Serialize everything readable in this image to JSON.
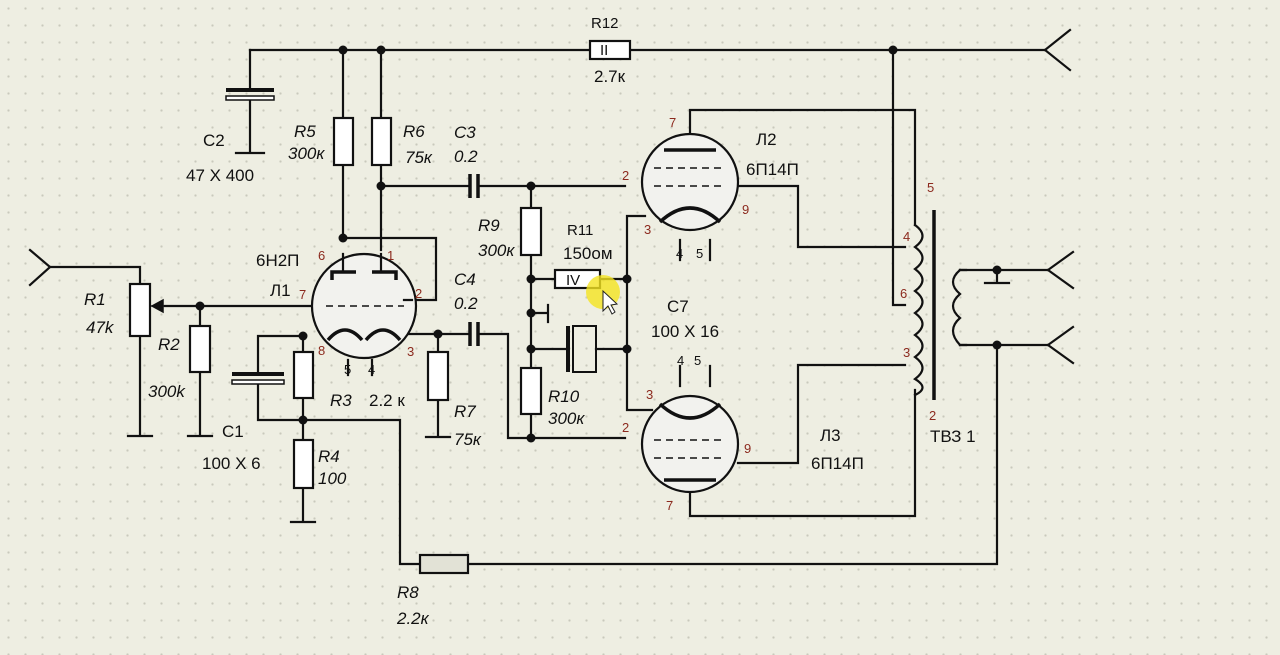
{
  "schematic": {
    "labels": {
      "r1": "R1",
      "r1_val": "47k",
      "r2": "R2",
      "r2_val": "300k",
      "r3": "R3",
      "r3_val": "2.2 к",
      "r4": "R4",
      "r4_val": "100",
      "r5": "R5",
      "r5_val": "300к",
      "r6": "R6",
      "r6_val": "75к",
      "r7": "R7",
      "r7_val": "75к",
      "r8": "R8",
      "r8_val": "2.2к",
      "r9": "R9",
      "r9_val": "300к",
      "r10": "R10",
      "r10_val": "300к",
      "r11": "R11",
      "r11_val": "150ом",
      "r11_mark": "IV",
      "r12": "R12",
      "r12_val": "2.7к",
      "r12_mark": "II",
      "c1": "C1",
      "c1_val": "100 X 6",
      "c2": "C2",
      "c2_val": "47 X 400",
      "c3": "C3",
      "c3_val": "0.2",
      "c4": "C4",
      "c4_val": "0.2",
      "c7": "C7",
      "c7_val": "100 X 16",
      "l1": "Л1",
      "l1_type": "6Н2П",
      "l2": "Л2",
      "l2_type": "6П14П",
      "l3": "Л3",
      "l3_type": "6П14П",
      "tv": "ТВЗ 1"
    },
    "pins": {
      "l1": [
        "6",
        "1",
        "7",
        "2",
        "8",
        "3",
        "5",
        "4"
      ],
      "l2": [
        "7",
        "2",
        "3",
        "9",
        "4",
        "5"
      ],
      "l3": [
        "4",
        "5",
        "3",
        "2",
        "9",
        "7"
      ],
      "tv": [
        "5",
        "4",
        "6",
        "3",
        "2"
      ]
    }
  }
}
